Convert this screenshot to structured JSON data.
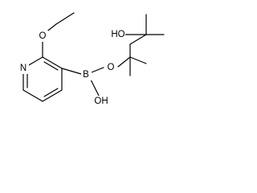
{
  "structure": {
    "atoms": {
      "ring_n": "N",
      "ether_o": "O",
      "boron": "B",
      "boronic_oh": "OH",
      "ester_o": "O",
      "hydroxyl": "HO"
    }
  },
  "colors": {
    "bond": "#000000",
    "label": "#000000",
    "background": "#ffffff"
  }
}
